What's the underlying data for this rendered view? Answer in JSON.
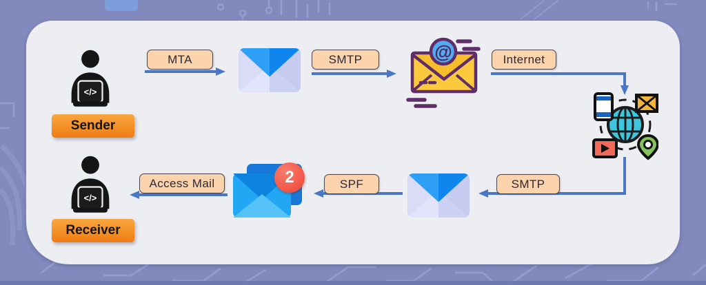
{
  "nodes": {
    "sender": {
      "label": "Sender",
      "laptop_code": "</>"
    },
    "receiver": {
      "label": "Receiver",
      "laptop_code": "</>"
    },
    "mailbox": {
      "unread_count": "2"
    },
    "email_icon": {
      "at_symbol": "@"
    }
  },
  "labels": {
    "mta": "MTA",
    "smtp_outbound": "SMTP",
    "internet": "Internet",
    "smtp_inbound": "SMTP",
    "spf": "SPF",
    "access_mail": "Access Mail"
  },
  "colors": {
    "background_purple": "#8189bd",
    "panel_gray": "#edeef1",
    "label_chip_bg": "#fbd3ac",
    "label_chip_border": "#4a4550",
    "arrow_blue": "#4a77c5",
    "node_button_orange": "#f5861f",
    "badge_red": "#ef4434",
    "envelope_flap_blue": "#0f86ee",
    "envelope_body_lavender": "#dadcf7",
    "envelope_yellow": "#fbc93d",
    "envelope_outline_purple": "#5f2d68",
    "globe_cyan": "#3ec6de",
    "inbox_front_blue": "#21a7f3",
    "inbox_back_blue": "#1878d8"
  }
}
